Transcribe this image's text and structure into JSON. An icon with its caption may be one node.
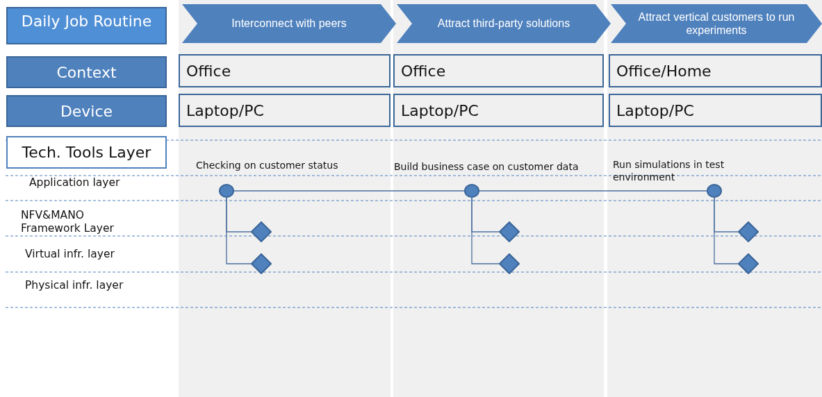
{
  "diagram": {
    "nodes": [
      {
        "text": [
          "Daily Job Routine"
        ]
      },
      {
        "text": [
          "Context"
        ]
      },
      {
        "text": [
          "Device"
        ]
      },
      {
        "text": [
          "Tech. Tools Layer"
        ]
      },
      {
        "text": [
          "Interconnect with peers"
        ]
      },
      {
        "text": [
          "Attract third-party solutions"
        ]
      },
      {
        "text": [
          "Attract vertical customers to run experiments"
        ]
      },
      {
        "text": [
          "Office"
        ]
      },
      {
        "text": [
          "Office"
        ]
      },
      {
        "text": [
          "Office/Home"
        ]
      },
      {
        "text": [
          "Laptop/PC"
        ]
      },
      {
        "text": [
          "Laptop/PC"
        ]
      },
      {
        "text": [
          "Laptop/PC"
        ]
      },
      {
        "text": [],
        "shape": "circle",
        "beside": [
          "Checking on customer status"
        ]
      },
      {
        "text": [],
        "shape": "circle",
        "beside": [
          "Build business case on customer data"
        ]
      },
      {
        "text": [],
        "shape": "circle",
        "beside": [
          "Run simulations in test environment"
        ]
      },
      {
        "text": [],
        "shape": "diamond"
      },
      {
        "text": [],
        "shape": "diamond"
      },
      {
        "text": [],
        "shape": "diamond"
      },
      {
        "text": [],
        "shape": "diamond"
      },
      {
        "text": [],
        "shape": "diamond"
      },
      {
        "text": [],
        "shape": "diamond"
      }
    ],
    "edges": [
      {
        "from": 13,
        "to": 14,
        "arrow": "none"
      },
      {
        "from": 14,
        "to": 15,
        "arrow": "none"
      },
      {
        "from": 13,
        "to": 16,
        "arrow": "none"
      },
      {
        "from": 13,
        "to": 17,
        "arrow": "none"
      },
      {
        "from": 14,
        "to": 18,
        "arrow": "none"
      },
      {
        "from": 14,
        "to": 19,
        "arrow": "none"
      },
      {
        "from": 15,
        "to": 20,
        "arrow": "none"
      },
      {
        "from": 15,
        "to": 21,
        "arrow": "none"
      }
    ],
    "labels": [
      "Application layer",
      "NFV&MANO Framework Layer",
      "Virtual infr. layer",
      "Physical infr. layer"
    ]
  }
}
